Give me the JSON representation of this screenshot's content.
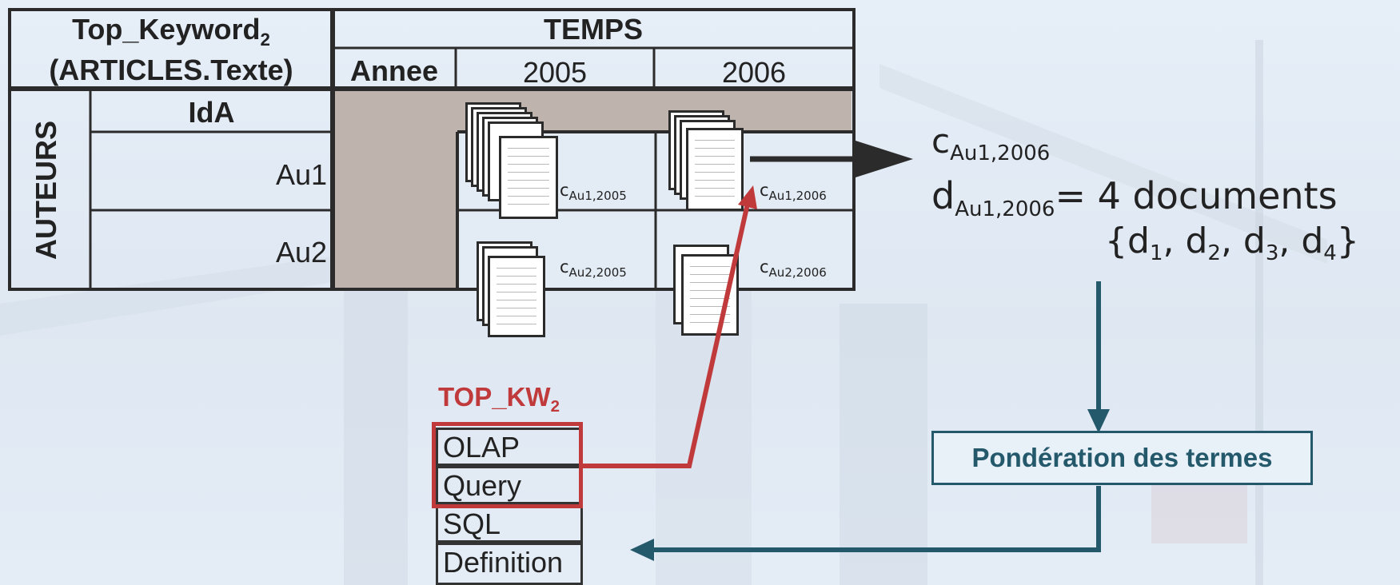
{
  "table": {
    "top_keyword_line1": "Top_Keyword",
    "top_keyword_sub": "2",
    "top_keyword_line2": "(ARTICLES.Texte)",
    "temps": "TEMPS",
    "annee": "Annee",
    "year_2005": "2005",
    "year_2006": "2006",
    "auteurs": "AUTEURS",
    "ida": "IdA",
    "au1": "Au1",
    "au2": "Au2"
  },
  "cells": {
    "c_au1_2005": {
      "base": "c",
      "sub": "Au1,2005"
    },
    "c_au1_2006": {
      "base": "c",
      "sub": "Au1,2006"
    },
    "c_au2_2005": {
      "base": "c",
      "sub": "Au2,2005"
    },
    "c_au2_2006": {
      "base": "c",
      "sub": "Au2,2006"
    }
  },
  "annotation": {
    "c_base": "c",
    "c_sub": "Au1,2006",
    "d_base": "d",
    "d_sub": "Au1,2006",
    "d_value": "= 4 documents",
    "set_open": "{d",
    "s1": "1",
    "comma1": ", d",
    "s2": "2",
    "comma2": ", d",
    "s3": "3",
    "comma3": ", d",
    "s4": "4",
    "set_close": "}"
  },
  "process_box": "Pondération des termes",
  "top_kw": {
    "title": "TOP_KW",
    "title_sub": "2",
    "items": [
      "OLAP",
      "Query",
      "SQL",
      "Definition"
    ]
  },
  "colors": {
    "accent_red": "#c0393b",
    "arrow_teal": "#24596b",
    "cube_shade": "#bfb3ad",
    "dark_line": "#2b2b2b"
  }
}
